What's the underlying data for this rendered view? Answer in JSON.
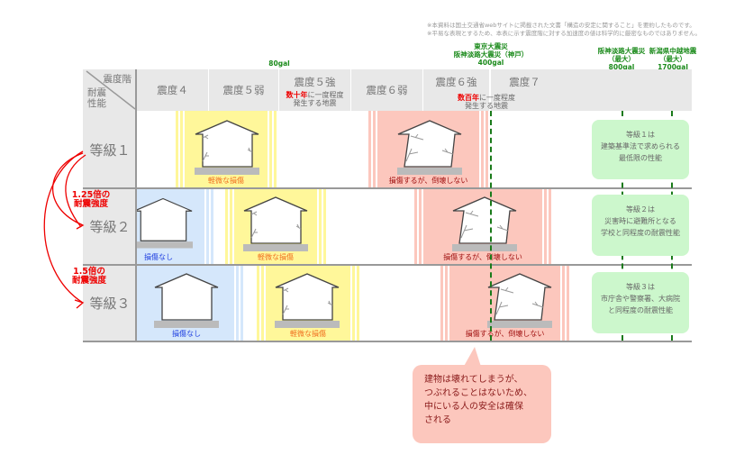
{
  "notes": [
    "※本資料は国土交通省webサイトに掲載された文書「構造の安定に関すること」を要約したものです。",
    "※平易な表現とするため、本表に示す震度階に対する加速度の値は科学的に厳密なものではありません。"
  ],
  "gal_markers": [
    {
      "lines": [
        "",
        "",
        ""
      ],
      "value": "80gal"
    },
    {
      "lines": [
        "東京大震災",
        "阪神淡路大震災（神戸）"
      ],
      "value": "400gal"
    },
    {
      "lines": [
        "阪神淡路大震災",
        "（最大）"
      ],
      "value": "800gal"
    },
    {
      "lines": [
        "新潟県中越地震",
        "（最大）"
      ],
      "value": "1700gal"
    }
  ],
  "header": {
    "corner_top": "震度階",
    "corner_bottom": "耐震\n性能",
    "corner_bottom_1": "耐震",
    "corner_bottom_2": "性能",
    "columns": [
      {
        "label": "震度４"
      },
      {
        "label": "震度５弱"
      },
      {
        "label": "震度５強",
        "sub_red": "数十年",
        "sub_rest": "に一度程度",
        "sub2": "発生する地震"
      },
      {
        "label": "震度６弱"
      },
      {
        "label": "震度６強",
        "sub_red": "数百年",
        "sub_rest": "に一度程度",
        "sub2": "発生する地震"
      },
      {
        "label": "震度７"
      }
    ]
  },
  "rows": [
    {
      "grade": "等級１",
      "desc": [
        "等級１は",
        "建築基準法で求められる",
        "最低限の性能"
      ]
    },
    {
      "grade": "等級２",
      "desc": [
        "等級２は",
        "災害時に避難所となる",
        "学校と同程度の耐震性能"
      ],
      "strength": [
        "1.25倍の",
        "耐震強度"
      ]
    },
    {
      "grade": "等級３",
      "desc": [
        "等級３は",
        "市庁舎や警察署、大病院",
        "と同程度の耐震性能"
      ],
      "strength": [
        "1.5倍の",
        "耐震強度"
      ]
    }
  ],
  "damage": {
    "none": "損傷なし",
    "minor": "軽微な損傷",
    "major": "損傷するが、倒壊しない"
  },
  "colors": {
    "none": "#d5e7fb",
    "minor": "#fff79a",
    "major": "#fcc7bd",
    "grade_box": "#ccf7cc",
    "accent": "#e00000",
    "gal": "#1a8a1a"
  },
  "callout": [
    "建物は壊れてしまうが、",
    "つぶれることはないため、",
    "中にいる人の安全は確保",
    "される"
  ]
}
